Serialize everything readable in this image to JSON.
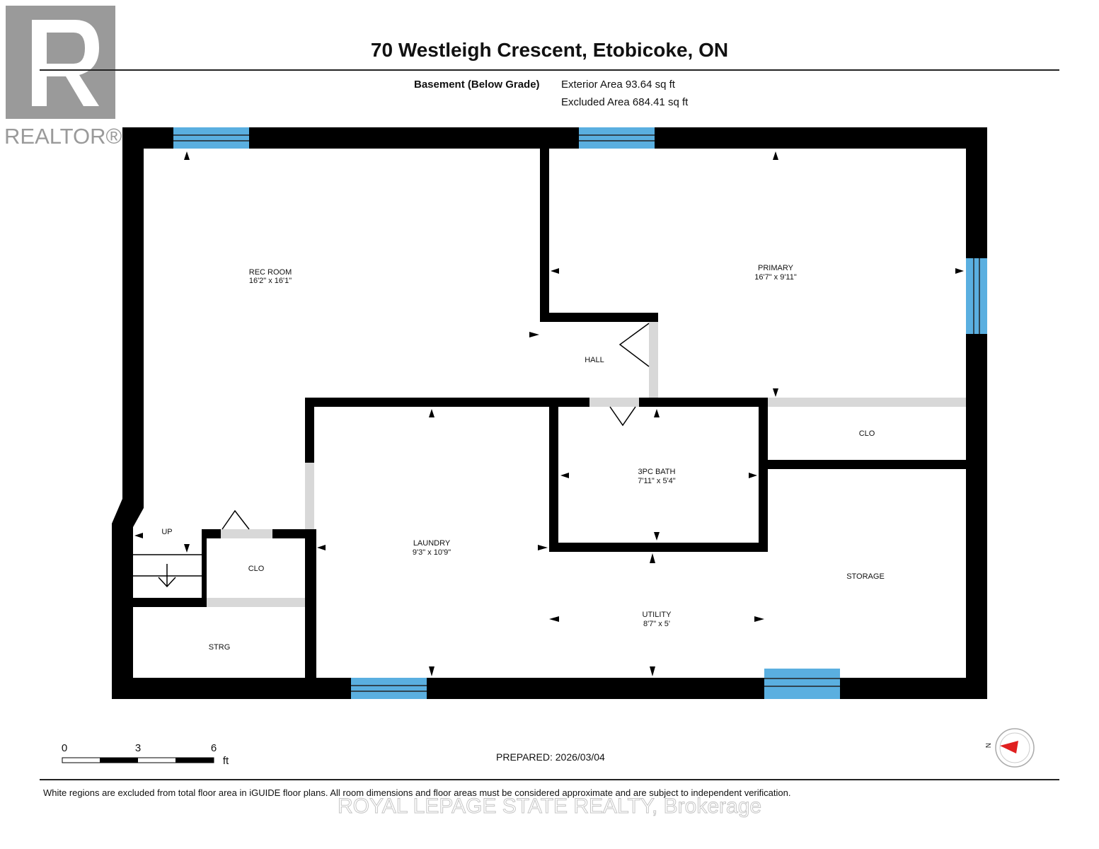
{
  "title": "70 Westleigh Crescent, Etobicoke, ON",
  "floor_label": "Basement (Below Grade)",
  "exterior_area": "Exterior Area 93.64 sq ft",
  "excluded_area": "Excluded Area 684.41 sq ft",
  "logo_text": "REALTOR®",
  "rooms": {
    "rec_room": {
      "name": "REC ROOM",
      "dims": "16'2\" x 16'1\""
    },
    "primary": {
      "name": "PRIMARY",
      "dims": "16'7\" x 9'11\""
    },
    "hall": {
      "name": "HALL"
    },
    "bath": {
      "name": "3PC BATH",
      "dims": "7'11\" x 5'4\""
    },
    "clo_right": {
      "name": "CLO"
    },
    "laundry": {
      "name": "LAUNDRY",
      "dims": "9'3\" x 10'9\""
    },
    "clo_left": {
      "name": "CLO"
    },
    "storage": {
      "name": "STORAGE"
    },
    "utility": {
      "name": "UTILITY",
      "dims": "8'7\" x 5'"
    },
    "strg": {
      "name": "STRG"
    },
    "up": {
      "name": "UP"
    }
  },
  "scale": {
    "ticks": [
      "0",
      "3",
      "6"
    ],
    "unit": "ft"
  },
  "compass": {
    "label": "N",
    "needle_color": "#e02020"
  },
  "colors": {
    "wall": "#000000",
    "window": "#5aafe0",
    "door_opening": "#d8d8d8"
  },
  "prepared": "PREPARED: 2026/03/04",
  "disclaimer": "White regions are excluded from total floor area in iGUIDE floor plans. All room dimensions and floor areas must be considered approximate and are subject to independent verification.",
  "watermark": "ROYAL LEPAGE STATE REALTY, Brokerage"
}
